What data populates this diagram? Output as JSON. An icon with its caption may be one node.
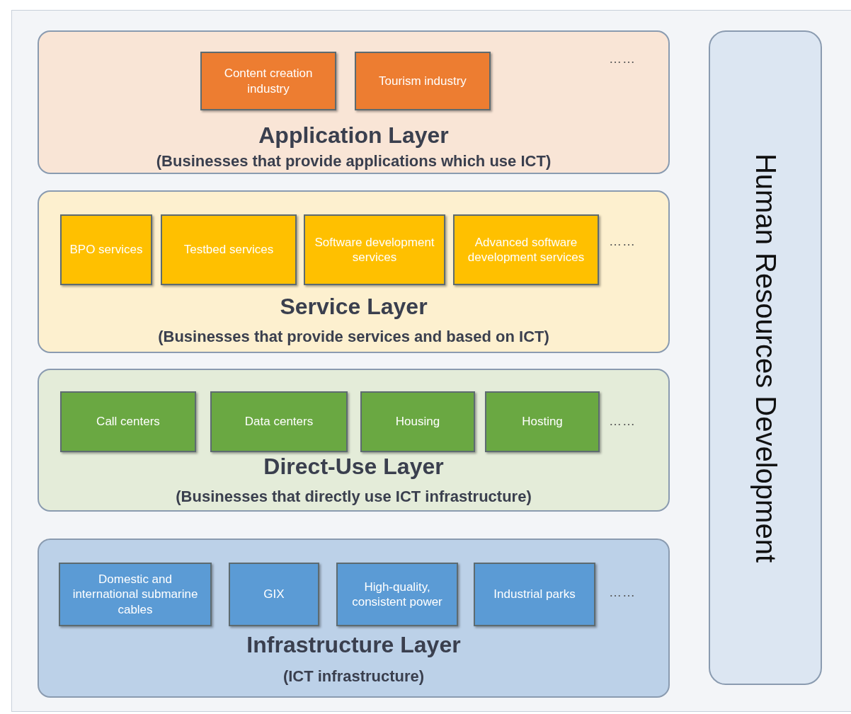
{
  "diagram": {
    "nodes": [
      {
        "text": [
          "Application Layer",
          "(Businesses that provide applications which use ICT)"
        ]
      },
      {
        "text": [
          "Content creation industry"
        ],
        "in": 0
      },
      {
        "text": [
          "Tourism industry"
        ],
        "in": 0
      },
      {
        "text": [
          "Service Layer",
          "(Businesses that provide services and based on ICT)"
        ]
      },
      {
        "text": [
          "BPO services"
        ],
        "in": 3
      },
      {
        "text": [
          "Testbed services"
        ],
        "in": 3
      },
      {
        "text": [
          "Software development services"
        ],
        "in": 3
      },
      {
        "text": [
          "Advanced software development services"
        ],
        "in": 3
      },
      {
        "text": [
          "Direct-Use Layer",
          "(Businesses that directly use ICT infrastructure)"
        ]
      },
      {
        "text": [
          "Call centers"
        ],
        "in": 8
      },
      {
        "text": [
          "Data centers"
        ],
        "in": 8
      },
      {
        "text": [
          "Housing"
        ],
        "in": 8
      },
      {
        "text": [
          "Hosting"
        ],
        "in": 8
      },
      {
        "text": [
          "Infrastructure Layer",
          "(ICT infrastructure)"
        ]
      },
      {
        "text": [
          "Domestic and international submarine cables"
        ],
        "in": 13
      },
      {
        "text": [
          "GIX"
        ],
        "in": 13
      },
      {
        "text": [
          "High-quality, consistent power"
        ],
        "in": 13
      },
      {
        "text": [
          "Industrial parks"
        ],
        "in": 13
      },
      {
        "text": [
          "Human Resources Development"
        ]
      }
    ],
    "edges": [],
    "labels": [
      "……",
      "……",
      "……",
      "……"
    ]
  }
}
